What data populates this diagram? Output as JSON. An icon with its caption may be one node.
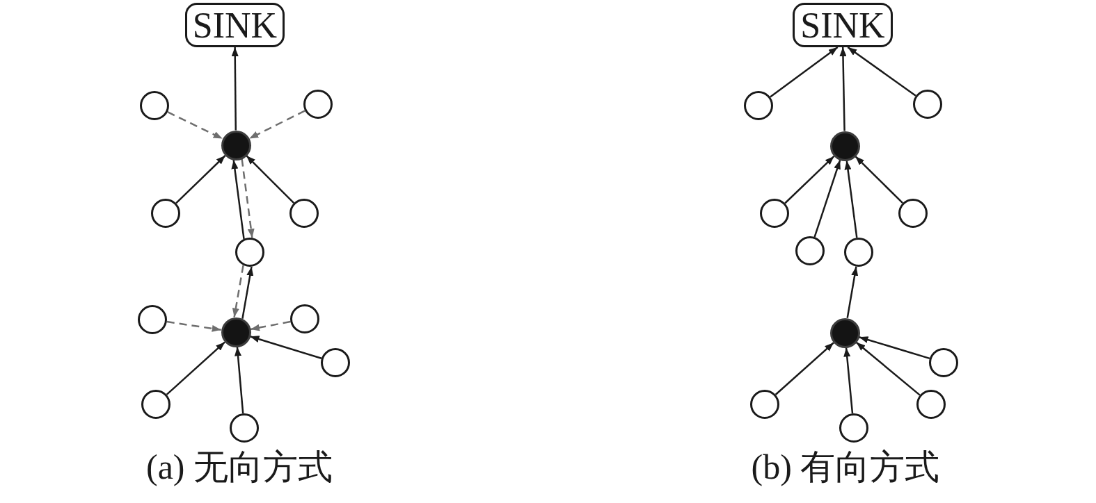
{
  "diagram": {
    "nodes": [
      {
        "text": [
          "SINK"
        ]
      },
      {
        "text": [],
        "shape": "circle"
      },
      {
        "text": [],
        "shape": "circle"
      },
      {
        "text": [],
        "shape": "dot"
      },
      {
        "text": [],
        "shape": "circle"
      },
      {
        "text": [],
        "shape": "circle"
      },
      {
        "text": [],
        "shape": "circle"
      },
      {
        "text": [],
        "shape": "circle"
      },
      {
        "text": [],
        "shape": "circle"
      },
      {
        "text": [],
        "shape": "dot"
      },
      {
        "text": [],
        "shape": "circle"
      },
      {
        "text": [],
        "shape": "circle"
      },
      {
        "text": [],
        "shape": "circle"
      },
      {
        "text": [
          "SINK"
        ]
      },
      {
        "text": [],
        "shape": "circle"
      },
      {
        "text": [],
        "shape": "circle"
      },
      {
        "text": [],
        "shape": "dot"
      },
      {
        "text": [],
        "shape": "circle"
      },
      {
        "text": [],
        "shape": "circle"
      },
      {
        "text": [],
        "shape": "circle"
      },
      {
        "text": [],
        "shape": "circle"
      },
      {
        "text": [],
        "shape": "dot"
      },
      {
        "text": [],
        "shape": "circle"
      },
      {
        "text": [],
        "shape": "circle"
      },
      {
        "text": [],
        "shape": "circle"
      },
      {
        "text": [],
        "shape": "circle"
      }
    ],
    "edges": [
      {
        "from": 3,
        "to": 0,
        "arrow": "to"
      },
      {
        "from": 1,
        "to": 3,
        "arrow": "to",
        "style": "dashed",
        "color": "#6e6e6e"
      },
      {
        "from": 2,
        "to": 3,
        "arrow": "to",
        "style": "dashed",
        "color": "#6e6e6e"
      },
      {
        "from": 4,
        "to": 3,
        "arrow": "to"
      },
      {
        "from": 5,
        "to": 3,
        "arrow": "to"
      },
      {
        "from": 6,
        "to": 3,
        "arrow": "to"
      },
      {
        "from": 3,
        "to": 6,
        "arrow": "to",
        "style": "dashed",
        "color": "#6e6e6e"
      },
      {
        "from": 9,
        "to": 6,
        "arrow": "to"
      },
      {
        "from": 6,
        "to": 9,
        "arrow": "to",
        "style": "dashed",
        "color": "#6e6e6e"
      },
      {
        "from": 7,
        "to": 9,
        "arrow": "to",
        "style": "dashed",
        "color": "#6e6e6e"
      },
      {
        "from": 8,
        "to": 9,
        "arrow": "to",
        "style": "dashed",
        "color": "#6e6e6e"
      },
      {
        "from": 10,
        "to": 9,
        "arrow": "to"
      },
      {
        "from": 11,
        "to": 9,
        "arrow": "to"
      },
      {
        "from": 12,
        "to": 9,
        "arrow": "to"
      },
      {
        "from": 14,
        "to": 13,
        "arrow": "to"
      },
      {
        "from": 16,
        "to": 13,
        "arrow": "to"
      },
      {
        "from": 15,
        "to": 13,
        "arrow": "to"
      },
      {
        "from": 17,
        "to": 16,
        "arrow": "to"
      },
      {
        "from": 19,
        "to": 16,
        "arrow": "to"
      },
      {
        "from": 20,
        "to": 16,
        "arrow": "to"
      },
      {
        "from": 18,
        "to": 16,
        "arrow": "to"
      },
      {
        "from": 21,
        "to": 20,
        "arrow": "to"
      },
      {
        "from": 22,
        "to": 21,
        "arrow": "to"
      },
      {
        "from": 23,
        "to": 21,
        "arrow": "to"
      },
      {
        "from": 24,
        "to": 21,
        "arrow": "to"
      },
      {
        "from": 25,
        "to": 21,
        "arrow": "to"
      }
    ],
    "labels": [
      "(a) 无向方式",
      "(b) 有向方式"
    ]
  }
}
